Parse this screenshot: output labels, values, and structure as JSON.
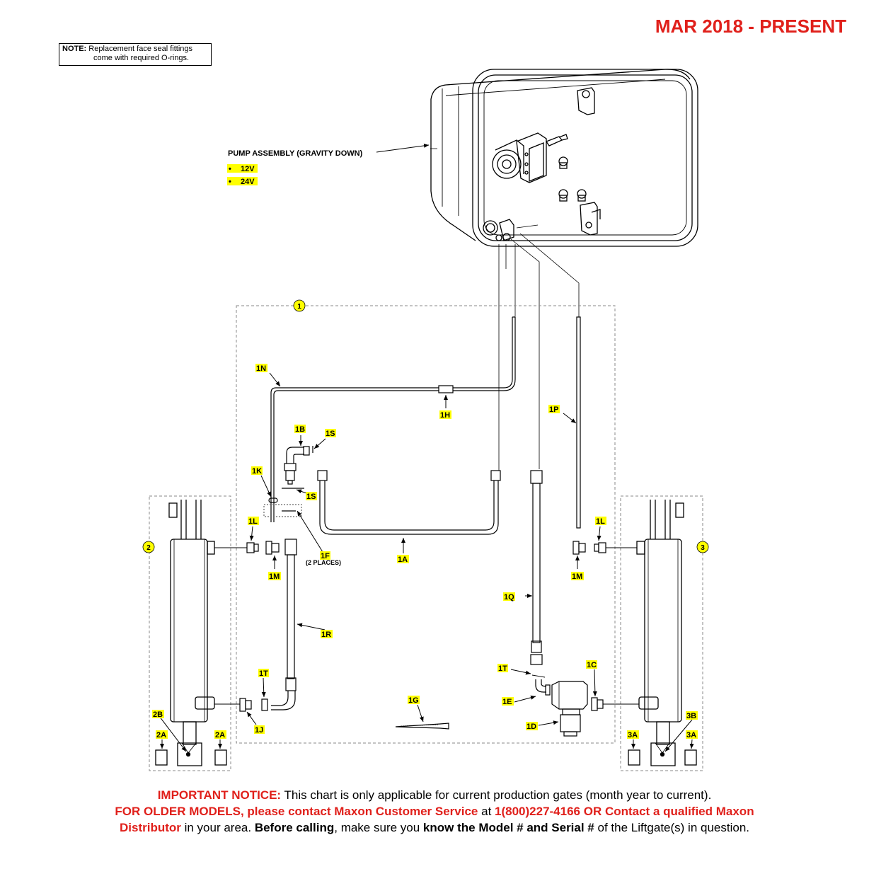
{
  "header": {
    "title": "MAR 2018 - PRESENT"
  },
  "note": {
    "label": "NOTE:",
    "line1": "Replacement face seal fittings",
    "line2": "come with required O-rings."
  },
  "pump": {
    "label": "PUMP ASSEMBLY (GRAVITY DOWN)",
    "options": [
      "12V",
      "24V"
    ]
  },
  "callouts": {
    "c1": "1",
    "c2": "2",
    "c3": "3",
    "1A": "1A",
    "1B": "1B",
    "1C": "1C",
    "1D": "1D",
    "1E": "1E",
    "1F": "1F",
    "1F_note": "(2 PLACES)",
    "1G": "1G",
    "1H": "1H",
    "1J": "1J",
    "1K": "1K",
    "1L": "1L",
    "1M": "1M",
    "1N": "1N",
    "1P": "1P",
    "1Q": "1Q",
    "1R": "1R",
    "1S": "1S",
    "1T": "1T",
    "2A": "2A",
    "2B": "2B",
    "3A": "3A",
    "3B": "3B"
  },
  "notice": {
    "l1_bold": "IMPORTANT NOTICE:",
    "l1_rest": " This chart is only applicable for current production gates (month year to current).",
    "l2_red": "FOR OLDER MODELS, please contact Maxon Customer Service",
    "l2_mid": " at ",
    "l2_red2": "1(800)227-4166 OR Contact a qualified Maxon",
    "l3_red": "Distributor",
    "l3_a": " in your area. ",
    "l3_b1": "Before calling",
    "l3_b": ", make sure you ",
    "l3_b2": "know the Model # and Serial #",
    "l3_c": " of the Liftgate(s) in question."
  },
  "colors": {
    "accent": "#e0201b",
    "highlight": "#ffff00"
  }
}
